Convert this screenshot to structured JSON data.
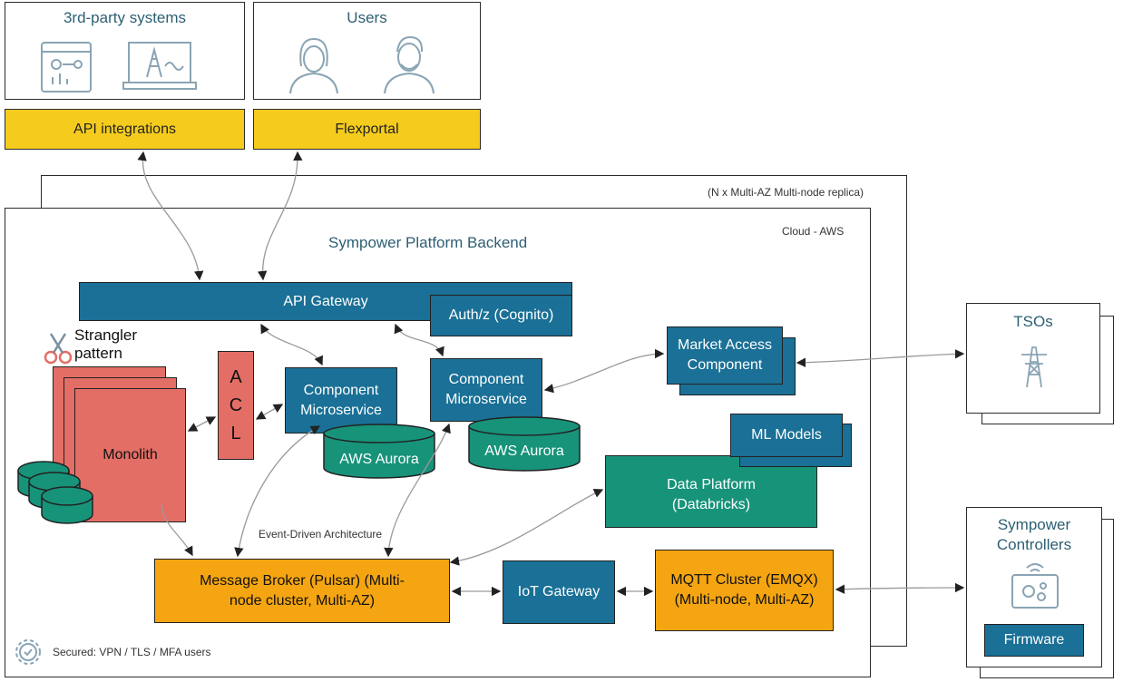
{
  "top": {
    "third_party_title": "3rd-party systems",
    "users_title": "Users",
    "api_integrations": "API integrations",
    "flexportal": "Flexportal"
  },
  "cloud": {
    "replica_note": "(N x Multi-AZ Multi-node replica)",
    "cloud_label": "Cloud - AWS",
    "backend_title": "Sympower Platform Backend"
  },
  "components": {
    "api_gateway": "API Gateway",
    "auth": "Auth/z (Cognito)",
    "strangler": "Strangler pattern",
    "monolith": "Monolith",
    "acl_letters": [
      "A",
      "C",
      "L"
    ],
    "microservice_1": "Component Microservice",
    "microservice_2": "Component Microservice",
    "aurora_1": "AWS Aurora",
    "aurora_2": "AWS Aurora",
    "market_access": "Market Access Component",
    "ml_models": "ML Models",
    "data_platform": "Data Platform (Databricks)",
    "event_driven": "Event-Driven Architecture",
    "message_broker": "Message Broker (Pulsar) (Multi-node cluster, Multi-AZ)",
    "iot_gateway": "IoT Gateway",
    "mqtt_cluster": "MQTT Cluster (EMQX) (Multi-node, Multi-AZ)",
    "secured": "Secured: VPN / TLS / MFA users"
  },
  "external": {
    "tsos": "TSOs",
    "controllers": "Sympower Controllers",
    "firmware": "Firmware"
  },
  "colors": {
    "teal": "#1a7096",
    "green": "#17937a",
    "orange": "#f5a511",
    "yellow": "#f5cc1e",
    "salmon": "#e36e66",
    "title_blue": "#2d5f73"
  },
  "icons": [
    "dashboard-icon",
    "laptop-tower-icon",
    "woman-user-icon",
    "man-user-icon",
    "scissors-icon",
    "power-tower-icon",
    "controller-device-icon",
    "security-gear-icon",
    "database-icon"
  ]
}
